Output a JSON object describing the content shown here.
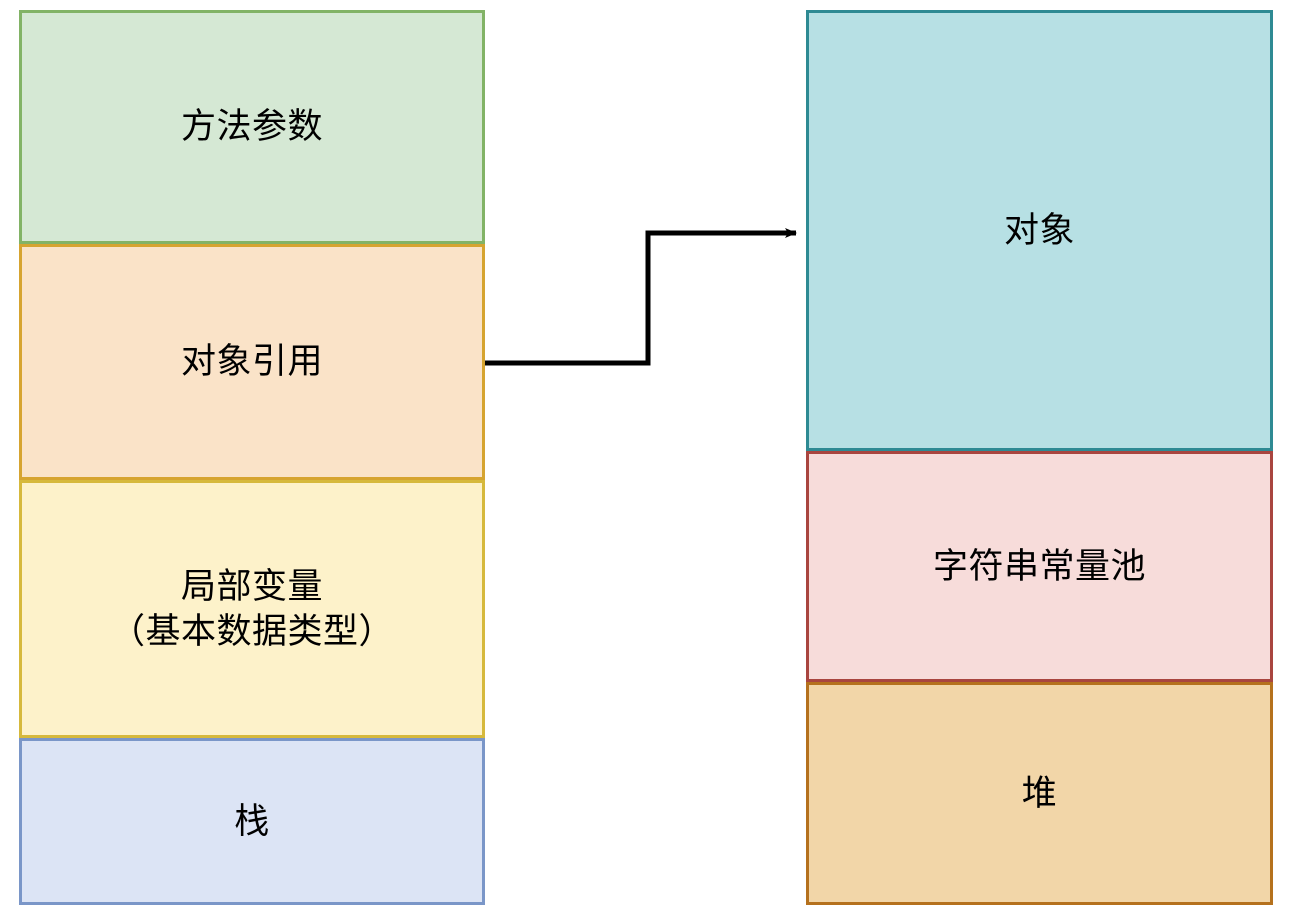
{
  "diagram": {
    "title": "Java memory model: stack and heap",
    "background_color": "#ffffff",
    "stack_column": {
      "name": "stack",
      "segments": [
        {
          "id": "method-params",
          "label": "方法参数",
          "fill": "#d5e8d4",
          "stroke": "#82b366"
        },
        {
          "id": "object-reference",
          "label": "对象引用",
          "fill": "#fae3c8",
          "stroke": "#d6a430"
        },
        {
          "id": "local-variables",
          "label": "局部变量\n（基本数据类型）",
          "fill": "#fdf2ca",
          "stroke": "#d6b93c"
        },
        {
          "id": "stack",
          "label": "栈",
          "fill": "#dce4f5",
          "stroke": "#7a96c8"
        }
      ]
    },
    "heap_column": {
      "name": "heap",
      "segments": [
        {
          "id": "object",
          "label": "对象",
          "fill": "#b7e0e4",
          "stroke": "#2e8a93"
        },
        {
          "id": "string-constant-pool",
          "label": "字符串常量池",
          "fill": "#f7dcda",
          "stroke": "#a9453f"
        },
        {
          "id": "heap",
          "label": "堆",
          "fill": "#f2d6a8",
          "stroke": "#b5711d"
        }
      ]
    },
    "connector": {
      "id": "object-reference-to-object",
      "from": "object-reference",
      "to": "object",
      "style": "orthogonal-arrow",
      "color": "#000000"
    }
  }
}
